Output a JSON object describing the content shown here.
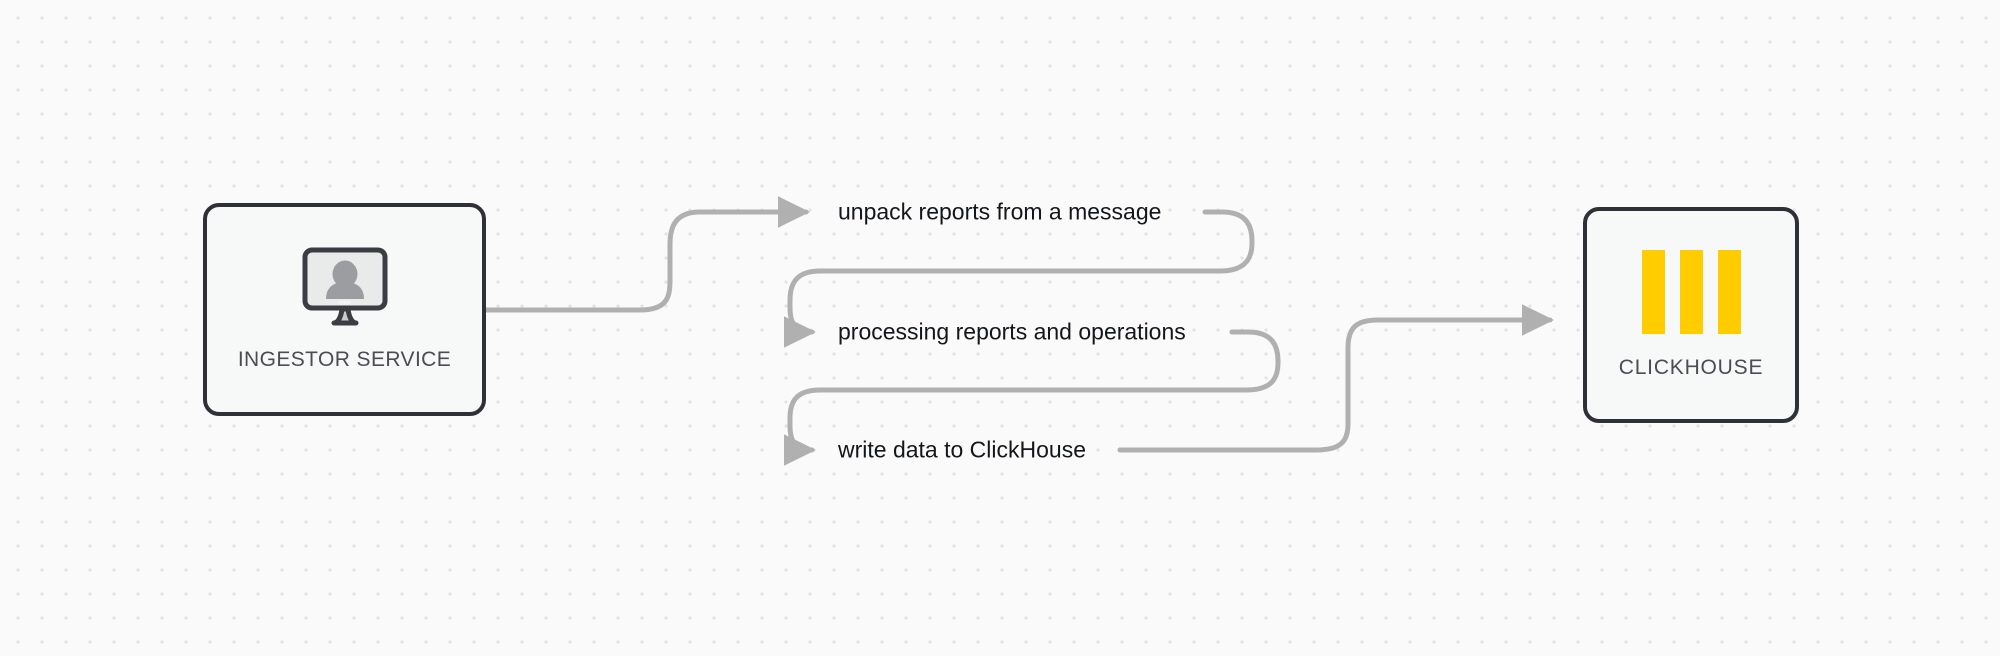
{
  "diagram": {
    "background_color": "#fafafa",
    "grid_dot_color": "#e3e3e3",
    "edge_color": "#b0b0b0",
    "node_border_color": "#2f3136",
    "node_fill_color": "#f7f8f8",
    "accent_color": "#ffcc00"
  },
  "nodes": [
    {
      "id": "ingestor",
      "label": "INGESTOR SERVICE",
      "icon": "monitor-user-icon"
    },
    {
      "id": "clickhouse",
      "label": "CLICKHOUSE",
      "icon": "clickhouse-logo-icon",
      "bars": 3
    }
  ],
  "edges": [
    {
      "id": "edge-0",
      "label": "unpack reports from a message"
    },
    {
      "id": "edge-1",
      "label": "processing reports and operations"
    },
    {
      "id": "edge-2",
      "label": "write data to ClickHouse"
    }
  ]
}
